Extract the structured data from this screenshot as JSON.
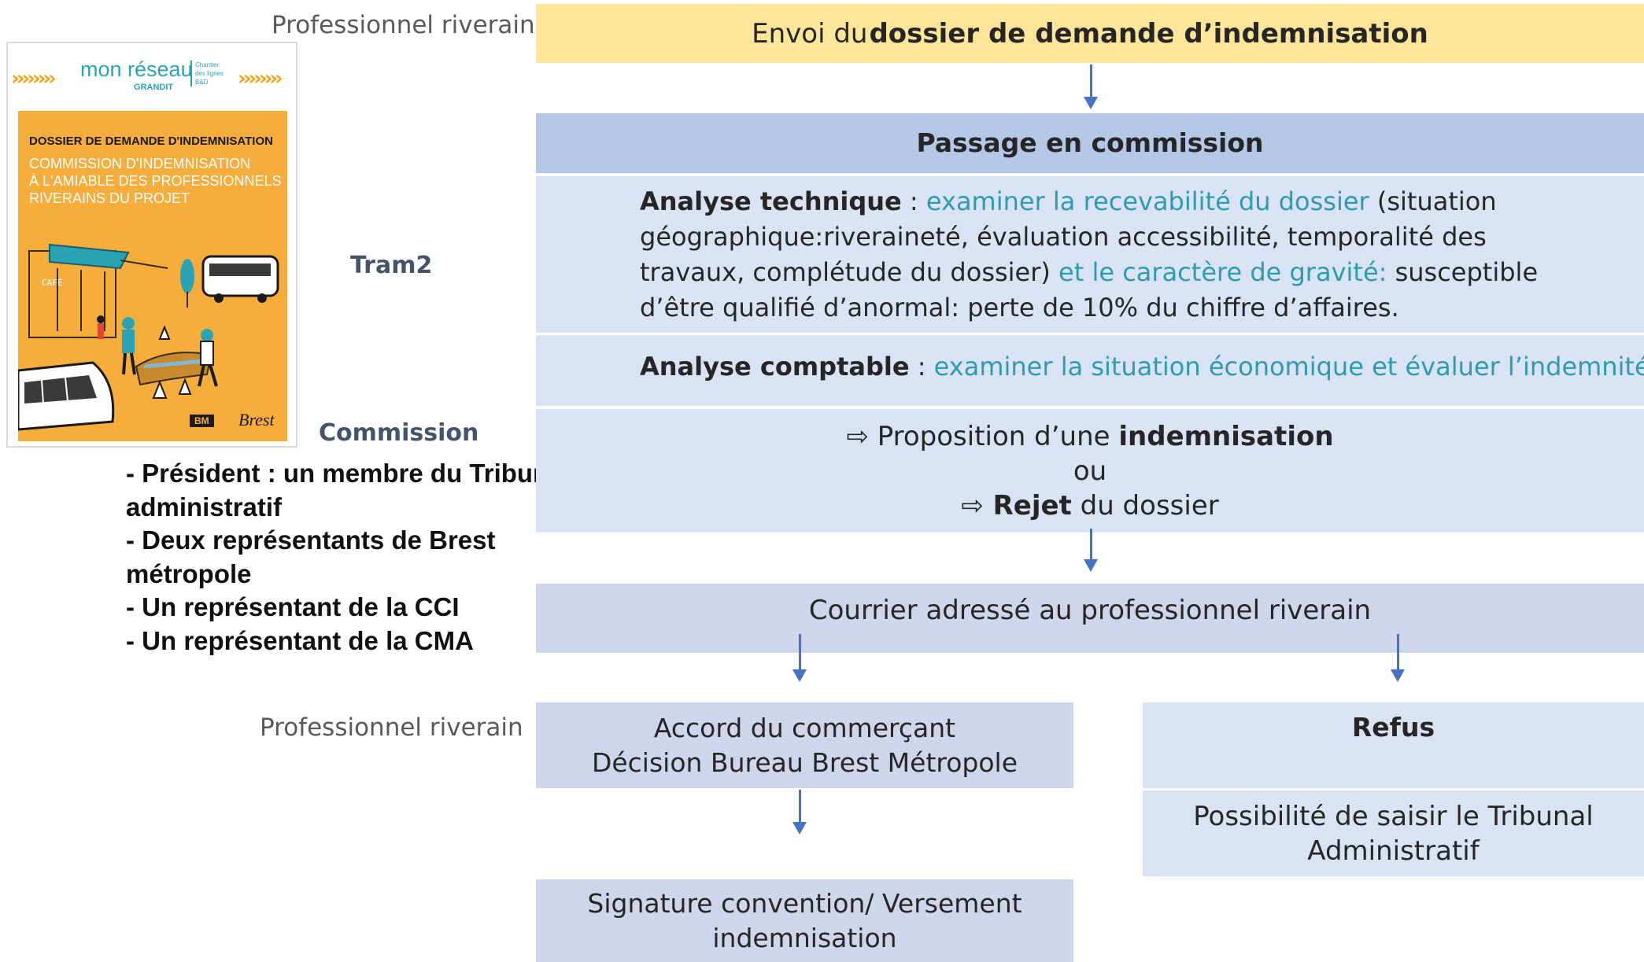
{
  "side_labels": {
    "top": "Professionnel riverain",
    "tram": "Tram2",
    "commission": "Commission",
    "bottom": "Professionnel riverain"
  },
  "members": [
    "- Président : un membre du Tribunal",
    "administratif",
    "-  Deux représentants de Brest",
    "métropole",
    "- Un représentant de la CCI",
    "- Un représentant de la CMA"
  ],
  "brochure": {
    "brand": "mon réseau",
    "brand_sub": "GRANDIT",
    "side_note": [
      "Chantier",
      "des lignes",
      "B&D"
    ],
    "title_line": "DOSSIER DE DEMANDE D'INDEMNISATION",
    "subtitle_lines": [
      "COMMISSION D'INDEMNISATION",
      "À L'AMIABLE DES PROFESSIONNELS",
      "RIVERAINS DU PROJET"
    ],
    "cafe": "CAFÉ",
    "logo_left": "BM",
    "logo_right": "Brest"
  },
  "flow": {
    "step1": {
      "pre": "Envoi du ",
      "bold": "dossier de demande d’indemnisation"
    },
    "step2": "Passage en commission",
    "tech": {
      "label": "Analyse technique",
      "sep": " : ",
      "teal1": "examiner la recevabilité du dossier",
      "text1": " (situation géographique:riveraineté, évaluation accessibilité, temporalité des travaux, complétude du dossier) ",
      "teal2": "et le caractère de gravité:",
      "text2": " susceptible d’être qualifié d’anormal: perte de 10% du chiffre d’affaires."
    },
    "compta": {
      "label": "Analyse comptable",
      "sep": " : ",
      "teal": "examiner la situation économique et évaluer l’indemnité"
    },
    "decision": {
      "arrow": "⇨",
      "line1_pre": " Proposition d’une ",
      "line1_bold": "indemnisation",
      "or": "ou",
      "line3_bold": " Rejet",
      "line3_post": " du dossier"
    },
    "courrier": "Courrier adressé au professionnel riverain",
    "accord_line1": "Accord du commerçant",
    "accord_line2": "Décision Bureau Brest Métropole",
    "refus": "Refus",
    "tribunal_line1": "Possibilité de saisir le Tribunal",
    "tribunal_line2": "Administratif",
    "signature_line1": "Signature convention/ Versement",
    "signature_line2": "indemnisation"
  },
  "colors": {
    "step1_bg": "#fde699",
    "step2_bg": "#b4c7e7",
    "light_bg": "#dae3f3",
    "mid_bg": "#cfd5ea",
    "arrow": "#4472c4",
    "teal": "#2e9cb0",
    "brochure_orange": "#f6ad3c"
  }
}
